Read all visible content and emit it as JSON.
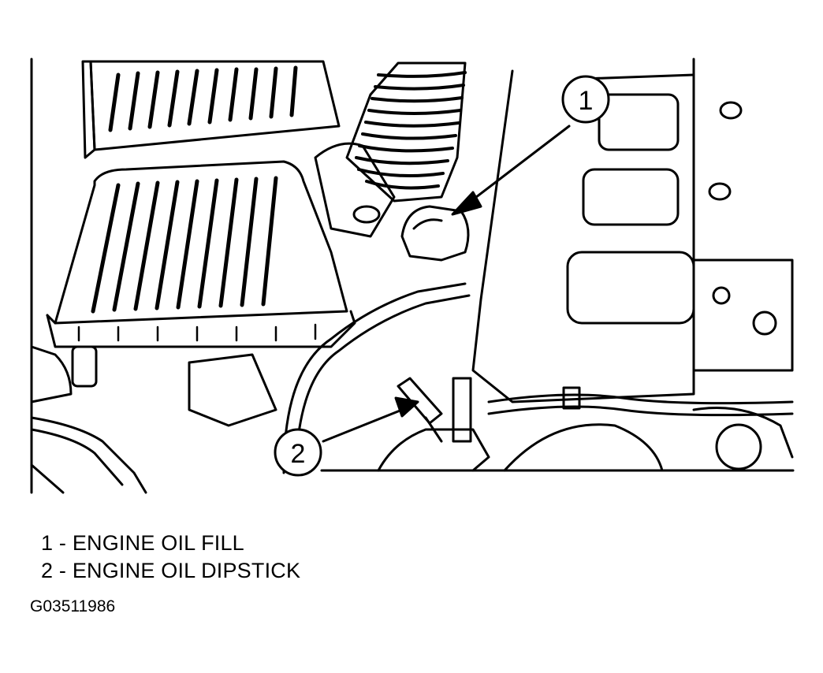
{
  "callouts": [
    {
      "number": "1",
      "text": "ENGINE OIL FILL"
    },
    {
      "number": "2",
      "text": "ENGINE OIL DIPSTICK"
    }
  ],
  "legend": [
    {
      "number": "1",
      "separator": "-",
      "text": "ENGINE OIL FILL"
    },
    {
      "number": "2",
      "separator": "-",
      "text": "ENGINE OIL DIPSTICK"
    }
  ],
  "figure_id": "G03511986",
  "colors": {
    "ink": "#000000",
    "paper": "#ffffff"
  }
}
